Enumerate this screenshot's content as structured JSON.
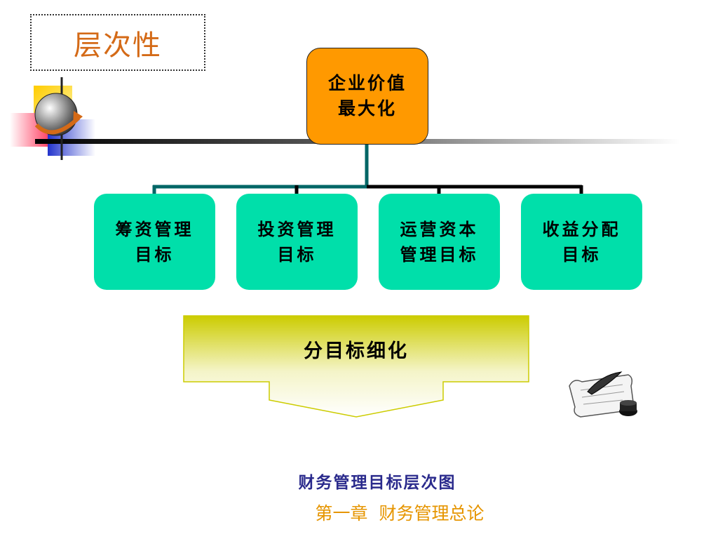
{
  "title": "层次性",
  "root": {
    "line1": "企业价值",
    "line2": "最大化"
  },
  "children": [
    {
      "line1": "筹资管理",
      "line2": "目标"
    },
    {
      "line1": "投资管理",
      "line2": "目标"
    },
    {
      "line1": "运营资本",
      "line2": "管理目标"
    },
    {
      "line1": "收益分配",
      "line2": "目标"
    }
  ],
  "arrow_label": "分目标细化",
  "caption": "财务管理目标层次图",
  "footer": "第一章  财务管理总论",
  "colors": {
    "title_text": "#d46a17",
    "root_fill": "#ff9900",
    "child_fill": "#00dfaa",
    "connector": "#006666",
    "caption_text": "#2a2a8c",
    "footer_text": "#e69500"
  },
  "icons": [
    "globe-arrow-icon",
    "quill-scroll-icon"
  ]
}
